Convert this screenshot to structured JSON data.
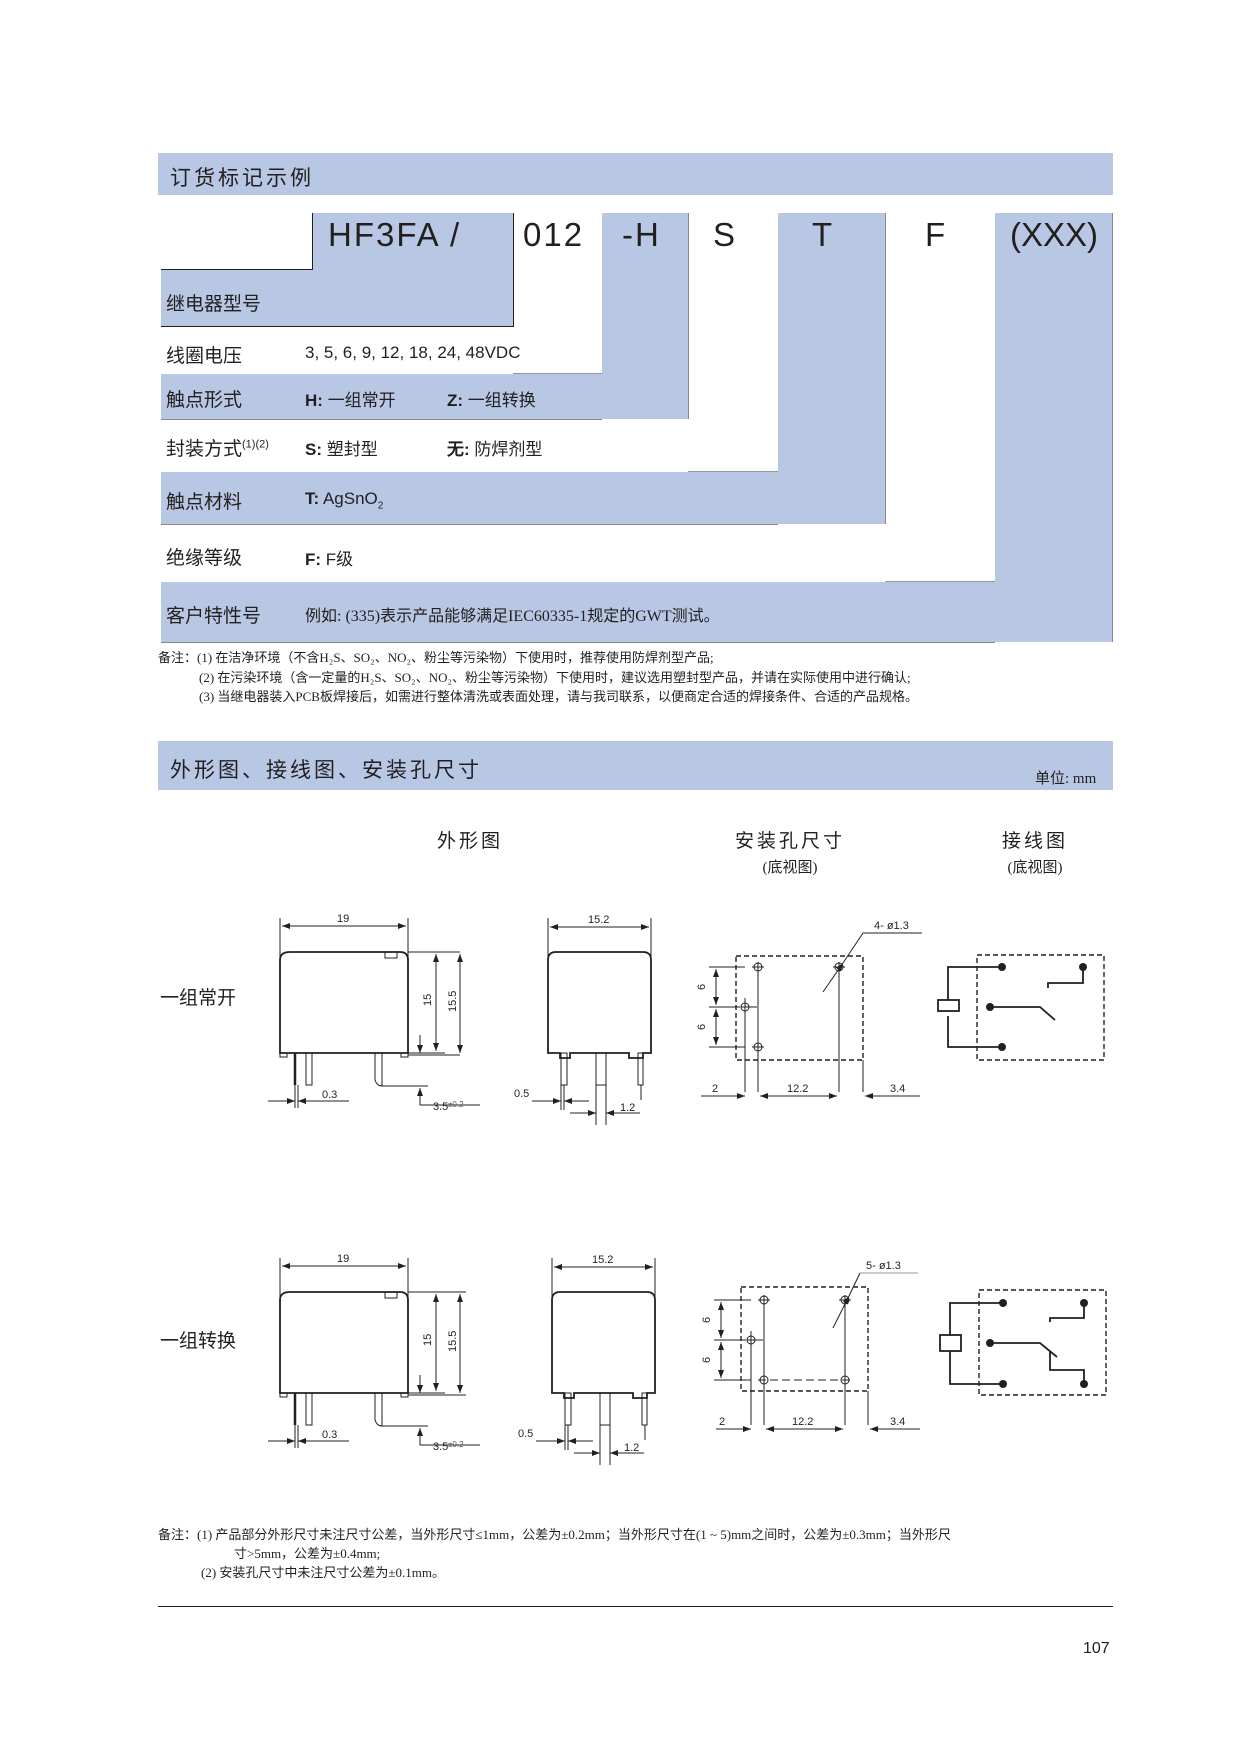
{
  "ordering": {
    "title": "订货标记示例",
    "code_parts": [
      "HF3FA /",
      "012",
      "-H",
      "S",
      "T",
      "F",
      "(XXX)"
    ],
    "rows": [
      {
        "label": "继电器型号",
        "value": ""
      },
      {
        "label": "线圈电压",
        "value": "3, 5, 6, 9, 12, 18, 24, 48VDC"
      },
      {
        "label": "触点形式",
        "opt1_key": "H:",
        "opt1_val": "一组常开",
        "opt2_key": "Z:",
        "opt2_val": "一组转换"
      },
      {
        "label": "封装方式",
        "label_sup": "(1)(2)",
        "opt1_key": "S:",
        "opt1_val": "塑封型",
        "opt2_key": "无:",
        "opt2_val": "防焊剂型"
      },
      {
        "label": "触点材料",
        "opt1_key": "T:",
        "opt1_val": "AgSnO",
        "opt1_sub": "2"
      },
      {
        "label": "绝缘等级",
        "opt1_key": "F:",
        "opt1_val": "F级"
      },
      {
        "label": "客户特性号",
        "value": "例如: (335)表示产品能够满足IEC60335-1规定的GWT测试。"
      }
    ],
    "notes": [
      "备注：(1) 在洁净环境（不含H₂S、SO₂、NO₂、粉尘等污染物）下使用时，推荐使用防焊剂型产品;",
      "(2) 在污染环境（含一定量的H₂S、SO₂、NO₂、粉尘等污染物）下使用时，建议选用塑封型产品，并请在实际使用中进行确认;",
      "(3) 当继电器装入PCB板焊接后，如需进行整体清洗或表面处理，请与我司联系，以便商定合适的焊接条件、合适的产品规格。"
    ]
  },
  "dimensions": {
    "title": "外形图、接线图、安装孔尺寸",
    "unit": "单位: mm",
    "columns": [
      {
        "title": "外形图",
        "subtitle": ""
      },
      {
        "title": "安装孔尺寸",
        "subtitle": "(底视图)"
      },
      {
        "title": "接线图",
        "subtitle": "(底视图)"
      }
    ],
    "rows": [
      {
        "name": "一组常开",
        "holes_label": "4- ø1.3"
      },
      {
        "name": "一组转换",
        "holes_label": "5- ø1.3"
      }
    ],
    "dim_labels": {
      "length": "19",
      "height_body": "15",
      "height_total": "15.5",
      "pin_thickness": "0.3",
      "pin_length": "3.5",
      "pin_length_tol": "±0.2",
      "width": "15.2",
      "pin_width": "0.5",
      "pin_spacing": "1.2",
      "hole_pitch_v1": "6",
      "hole_pitch_v2": "6",
      "hole_offset_left": "2",
      "hole_pitch_h": "12.2",
      "hole_offset_right": "3.4"
    },
    "notes": [
      "备注：(1)  产品部分外形尺寸未注尺寸公差，当外形尺寸≤1mm，公差为±0.2mm；当外形尺寸在(1 ~ 5)mm之间时，公差为±0.3mm；当外形尺",
      "寸>5mm，公差为±0.4mm;",
      "(2)  安装孔尺寸中未注尺寸公差为±0.1mm。"
    ]
  },
  "footer": {
    "page_number": "107"
  }
}
